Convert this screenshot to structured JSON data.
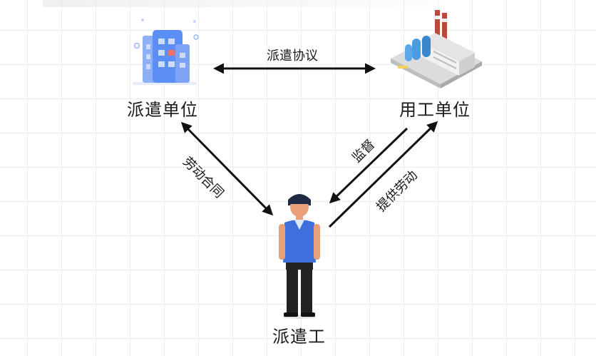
{
  "nodes": {
    "dispatch_unit": "派遣单位",
    "employer_unit": "用工单位",
    "worker": "派遣工"
  },
  "edges": {
    "dispatch_agreement": "派遣协议",
    "labor_contract": "劳动合同",
    "supervision": "监督",
    "provide_labor": "提供劳动"
  },
  "colors": {
    "building_blue": "#5b8ff5",
    "vest_blue": "#3e6fdd",
    "arrow": "#111111"
  },
  "icons": [
    "office-building-icon",
    "factory-icon",
    "worker-figure"
  ]
}
